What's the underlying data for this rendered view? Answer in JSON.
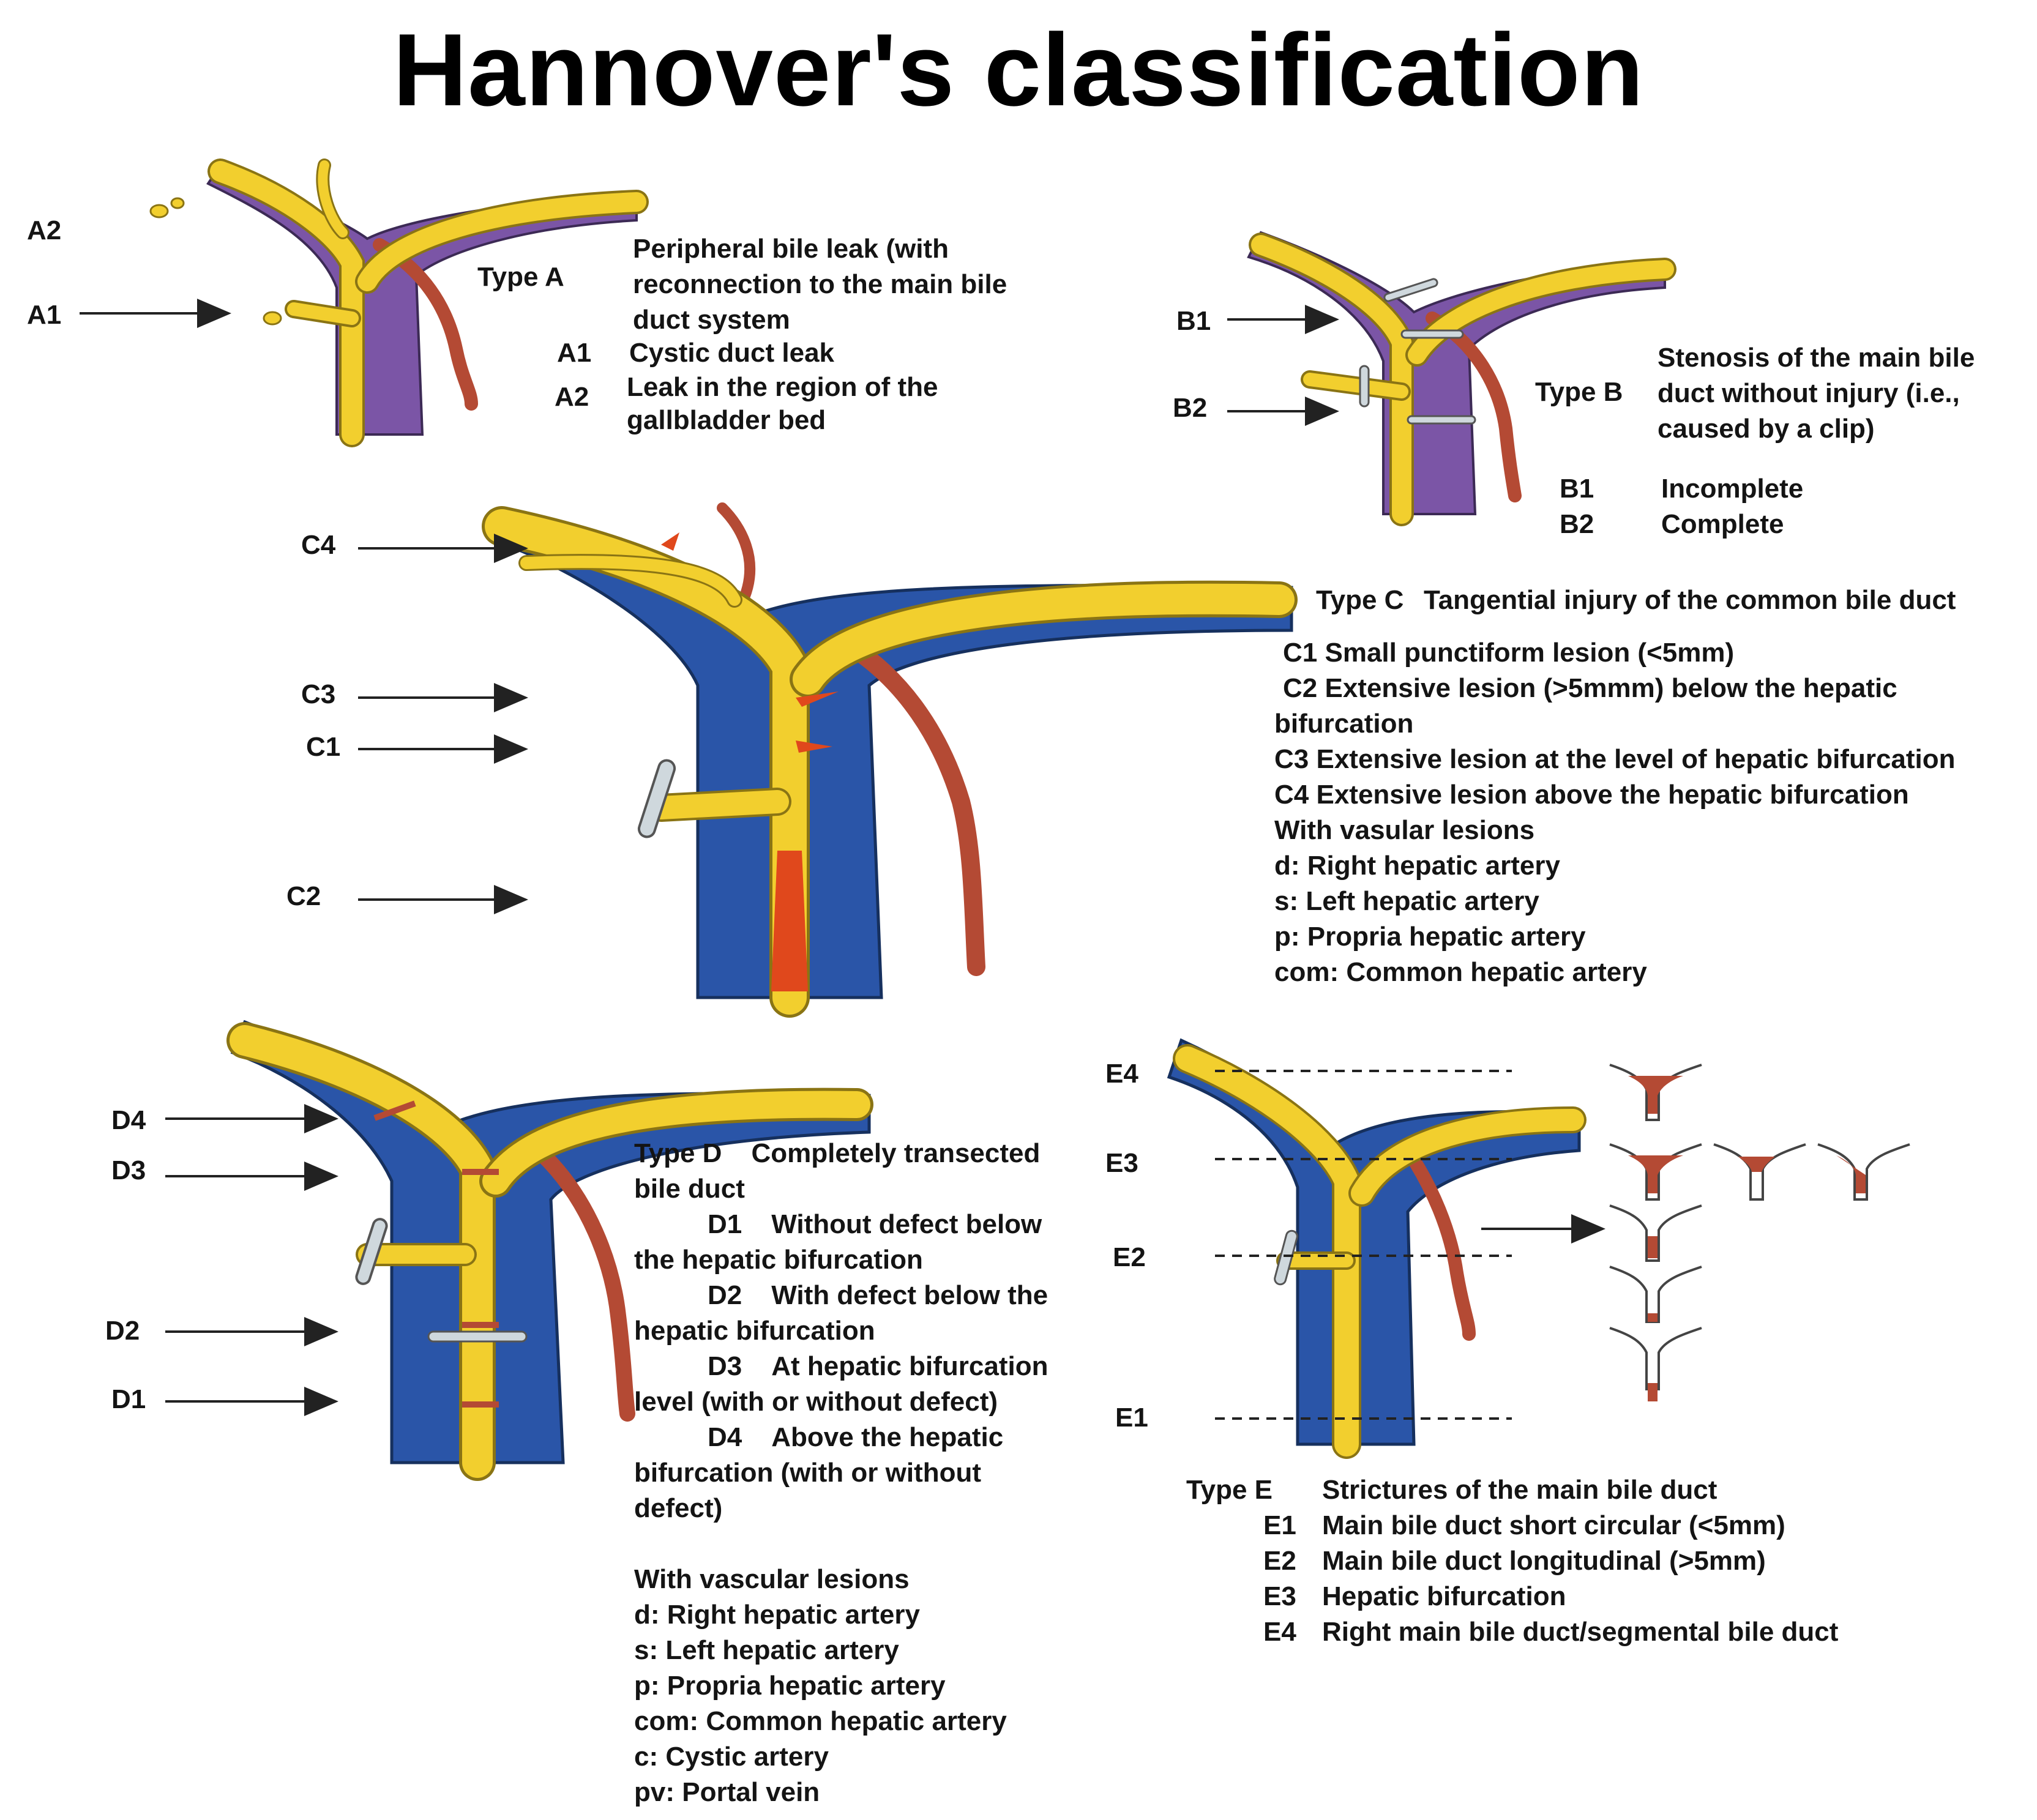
{
  "title": "Hannover's classification",
  "colors": {
    "bile_duct": "#f2cf2e",
    "bile_outline": "#8a7414",
    "portal_vein_A_B": "#7b55a6",
    "portal_vein_C_D_E": "#2a55a8",
    "artery": "#b44a34",
    "lesion": "#e0481c",
    "clip": "#cfd8dd"
  },
  "type_a": {
    "name": "Type A",
    "description": [
      "Peripheral bile leak (with",
      "reconnection to the main bile",
      "duct system"
    ],
    "arrow_labels": {
      "a2": "A2",
      "a1": "A1"
    },
    "items": [
      {
        "code": "A1",
        "text": "Cystic duct leak"
      },
      {
        "code": "A2",
        "text": "Leak in the region of the"
      }
    ],
    "item_a2_cont": "gallbladder bed"
  },
  "type_b": {
    "name": "Type B",
    "description": [
      "Stenosis of the main bile",
      "duct without injury (i.e.,",
      "caused by a clip)"
    ],
    "arrow_labels": {
      "b1": "B1",
      "b2": "B2"
    },
    "items": [
      {
        "code": "B1",
        "text": "Incomplete"
      },
      {
        "code": "B2",
        "text": "Complete"
      }
    ]
  },
  "type_c": {
    "name": "Type C",
    "heading": "Tangential injury of the common bile duct",
    "arrow_labels": {
      "c4": "C4",
      "c3": "C3",
      "c1": "C1",
      "c2": "C2"
    },
    "lines": [
      "C1 Small punctiform lesion (<5mm)",
      "C2 Extensive lesion (>5mmm) below the hepatic",
      "bifurcation",
      "C3 Extensive lesion at the level of hepatic bifurcation",
      "C4 Extensive lesion above the hepatic bifurcation",
      "With vasular lesions",
      "d: Right hepatic artery",
      "s: Left hepatic artery",
      "p: Propria hepatic artery",
      "com: Common hepatic artery"
    ]
  },
  "type_d": {
    "name": "Type D",
    "heading": "Completely transected",
    "heading_cont": "bile duct",
    "arrow_labels": {
      "d4": "D4",
      "d3": "D3",
      "d2": "D2",
      "d1": "D1"
    },
    "items": [
      {
        "code": "D1",
        "text": "Without defect below",
        "cont": [
          "the hepatic bifurcation"
        ]
      },
      {
        "code": "D2",
        "text": "With defect below the",
        "cont": [
          "hepatic bifurcation"
        ]
      },
      {
        "code": "D3",
        "text": "At hepatic bifurcation",
        "cont": [
          "level (with or without defect)"
        ]
      },
      {
        "code": "D4",
        "text": "Above the hepatic",
        "cont": [
          "bifurcation (with or without",
          "defect)"
        ]
      }
    ],
    "vascular_heading": "With vascular lesions",
    "vascular": [
      "d: Right hepatic artery",
      "s: Left hepatic artery",
      "p: Propria hepatic artery",
      "com: Common hepatic artery",
      "c: Cystic artery",
      "pv: Portal vein"
    ]
  },
  "type_e": {
    "name": "Type E",
    "heading": "Strictures of the main bile duct",
    "arrow_labels": {
      "e4": "E4",
      "e3": "E3",
      "e2": "E2",
      "e1": "E1"
    },
    "items": [
      {
        "code": "E1",
        "text": "Main bile duct short circular (<5mm)"
      },
      {
        "code": "E2",
        "text": "Main bile duct longitudinal (>5mm)"
      },
      {
        "code": "E3",
        "text": "Hepatic bifurcation"
      },
      {
        "code": "E4",
        "text": "Right main bile duct/segmental bile duct"
      }
    ]
  }
}
